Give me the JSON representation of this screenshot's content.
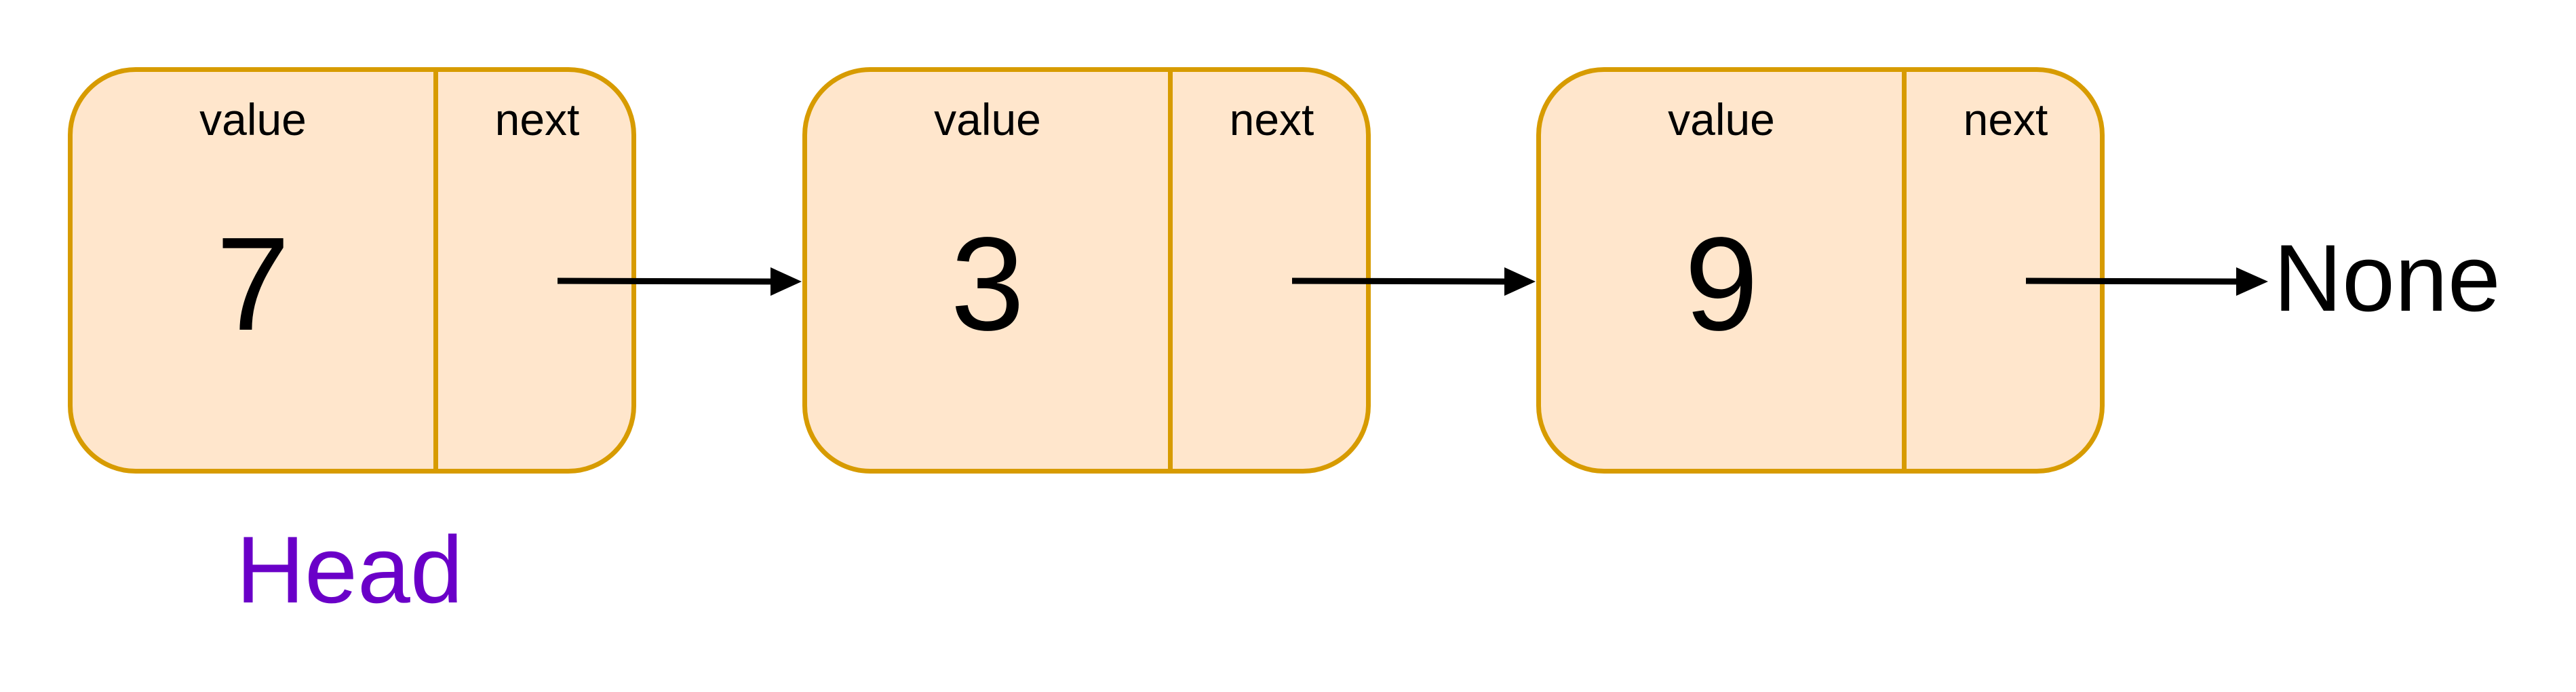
{
  "colors": {
    "node_fill": "#ffe6cc",
    "node_border": "#d79b00",
    "arrow": "#000000",
    "head_label": "#6a00c8"
  },
  "nodes": [
    {
      "value_label": "value",
      "next_label": "next",
      "value": "7"
    },
    {
      "value_label": "value",
      "next_label": "next",
      "value": "3"
    },
    {
      "value_label": "value",
      "next_label": "next",
      "value": "9"
    }
  ],
  "terminal": "None",
  "head_label": "Head"
}
